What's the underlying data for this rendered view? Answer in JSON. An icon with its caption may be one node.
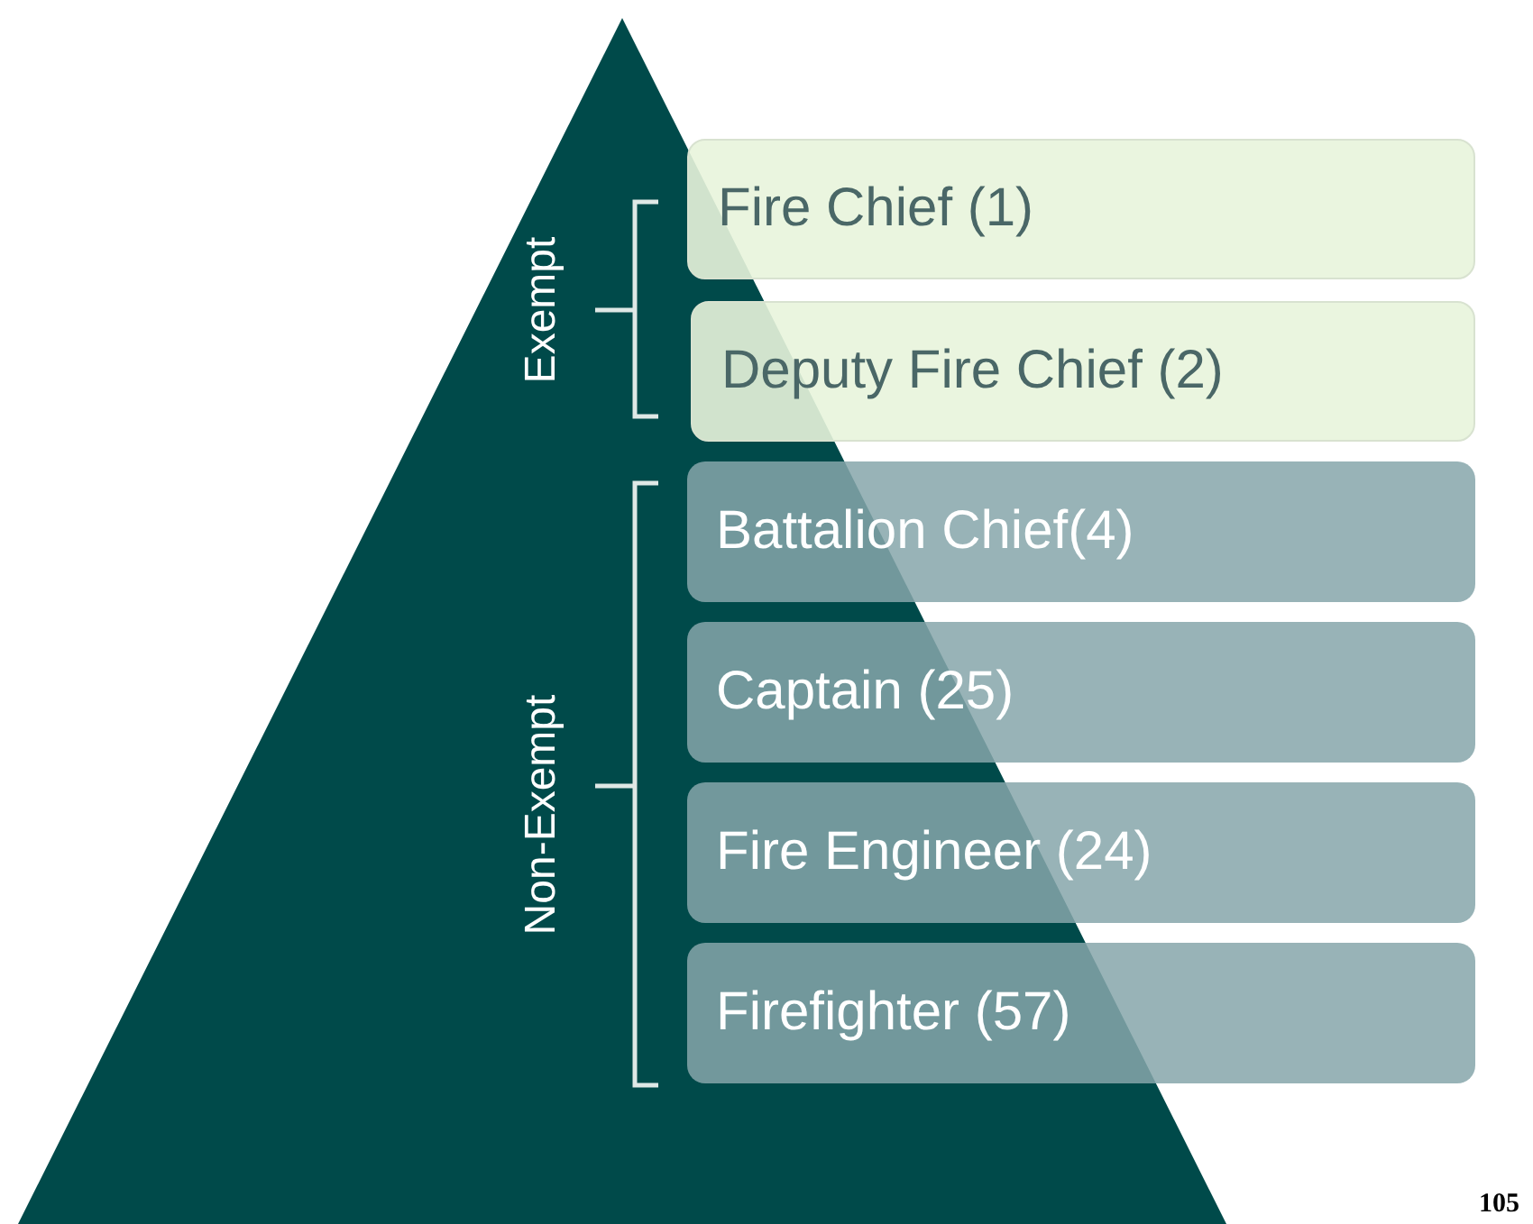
{
  "diagram": {
    "nodes": [
      {
        "text": [
          "Fire Chief (1)"
        ]
      },
      {
        "text": [
          "Deputy Fire Chief (2)"
        ]
      },
      {
        "text": [
          "Battalion Chief(4)"
        ]
      },
      {
        "text": [
          "Captain (25)"
        ]
      },
      {
        "text": [
          "Fire Engineer (24)"
        ]
      },
      {
        "text": [
          "Firefighter (57)"
        ]
      }
    ],
    "labels": [
      "Exempt",
      "Non-Exempt",
      "105"
    ]
  }
}
